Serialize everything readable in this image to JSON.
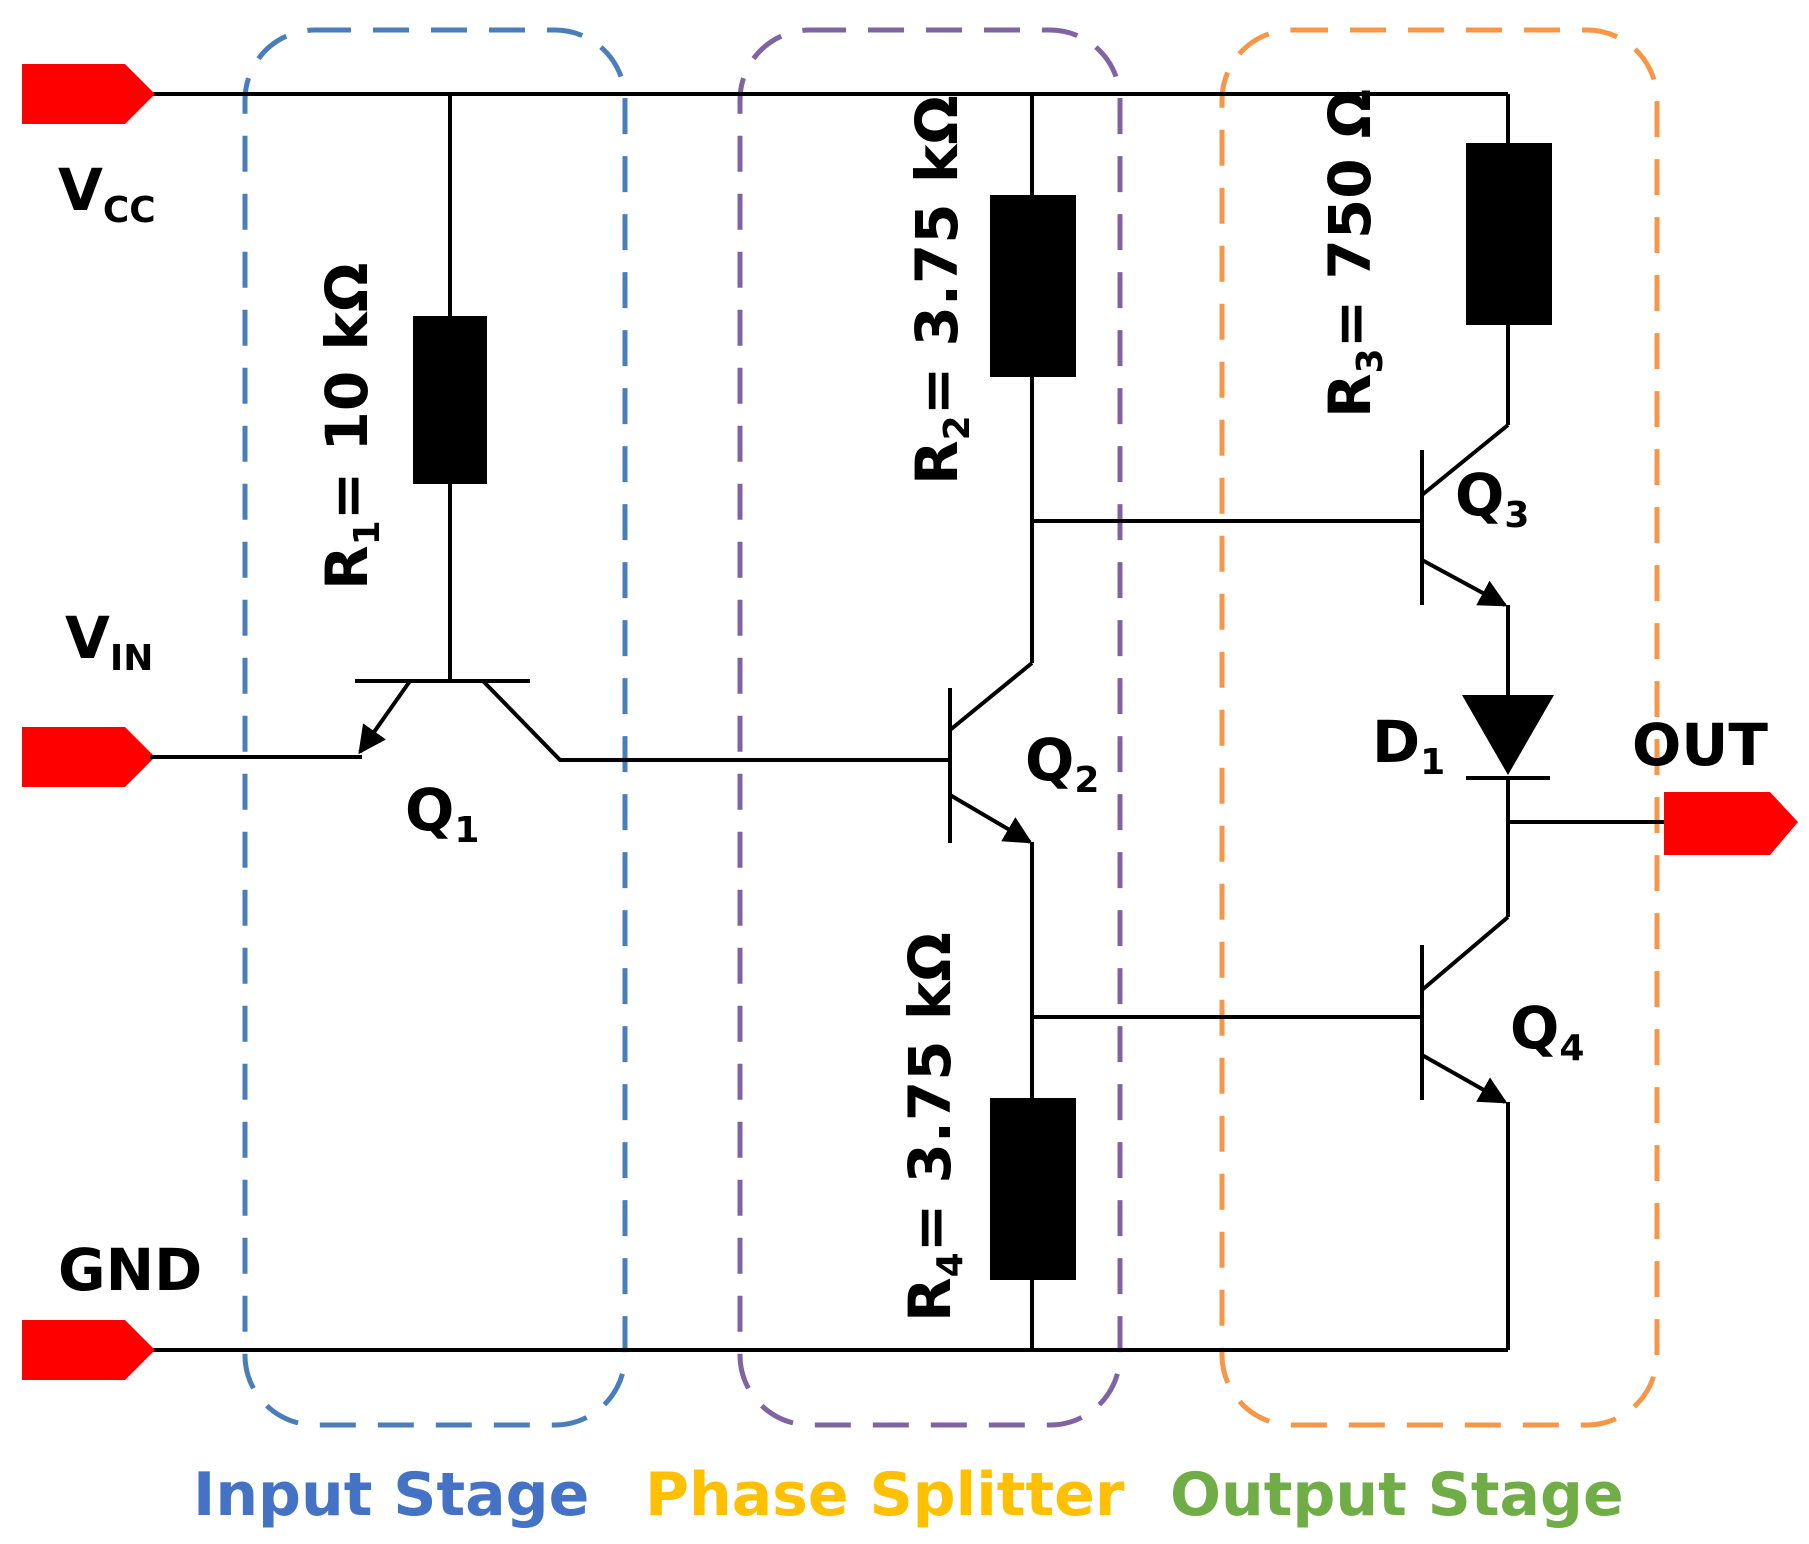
{
  "colors": {
    "input_box": "#4a7ebb",
    "phase_box": "#8064a2",
    "output_box": "#f79646",
    "input_caption": "#4472c4",
    "phase_caption": "#ffc000",
    "output_caption": "#70ad47",
    "terminal": "#ff0000"
  },
  "terminals": {
    "vcc": {
      "main": "V",
      "sub": "CC"
    },
    "vin": {
      "main": "V",
      "sub": "IN"
    },
    "gnd": "GND",
    "out": "OUT"
  },
  "resistors": {
    "r1": {
      "main": "R",
      "sub": "1",
      "value": "= 10 kΩ"
    },
    "r2": {
      "main": "R",
      "sub": "2",
      "value": "= 3.75 kΩ"
    },
    "r3": {
      "main": "R",
      "sub": "3",
      "value": "= 750 Ω"
    },
    "r4": {
      "main": "R",
      "sub": "4",
      "value": "= 3.75 kΩ"
    }
  },
  "transistors": {
    "q1": {
      "main": "Q",
      "sub": "1"
    },
    "q2": {
      "main": "Q",
      "sub": "2"
    },
    "q3": {
      "main": "Q",
      "sub": "3"
    },
    "q4": {
      "main": "Q",
      "sub": "4"
    }
  },
  "diode": {
    "main": "D",
    "sub": "1"
  },
  "stages": {
    "input": "Input Stage",
    "phase": "Phase Splitter",
    "output": "Output Stage"
  }
}
